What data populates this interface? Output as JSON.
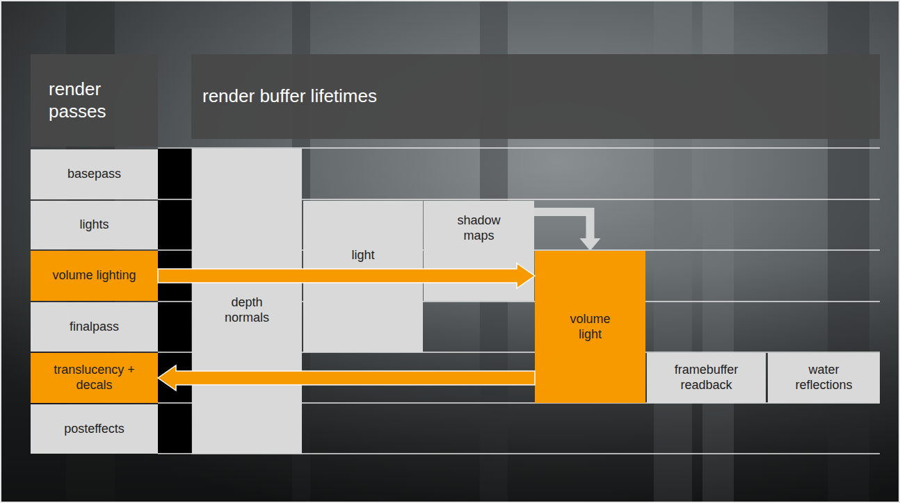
{
  "diagram": {
    "nodes": [
      {
        "text": [
          "render passes"
        ]
      },
      {
        "text": [
          "render buffer lifetimes"
        ]
      },
      {
        "text": [
          "basepass"
        ]
      },
      {
        "text": [
          "lights"
        ]
      },
      {
        "text": [
          "volume lighting"
        ]
      },
      {
        "text": [
          "finalpass"
        ]
      },
      {
        "text": [
          "translucency + decals"
        ]
      },
      {
        "text": [
          "posteffects"
        ]
      },
      {
        "text": [
          "depth normals"
        ]
      },
      {
        "text": [
          "light"
        ]
      },
      {
        "text": [
          "shadow maps"
        ]
      },
      {
        "text": [
          "volume light"
        ]
      },
      {
        "text": [
          "framebuffer readback"
        ]
      },
      {
        "text": [
          "water reflections"
        ]
      }
    ],
    "edges": [
      {
        "from": 4,
        "to": 11,
        "arrow": "to"
      },
      {
        "from": 11,
        "to": 6,
        "arrow": "to"
      },
      {
        "from": 10,
        "to": 11,
        "arrow": "to"
      }
    ]
  }
}
